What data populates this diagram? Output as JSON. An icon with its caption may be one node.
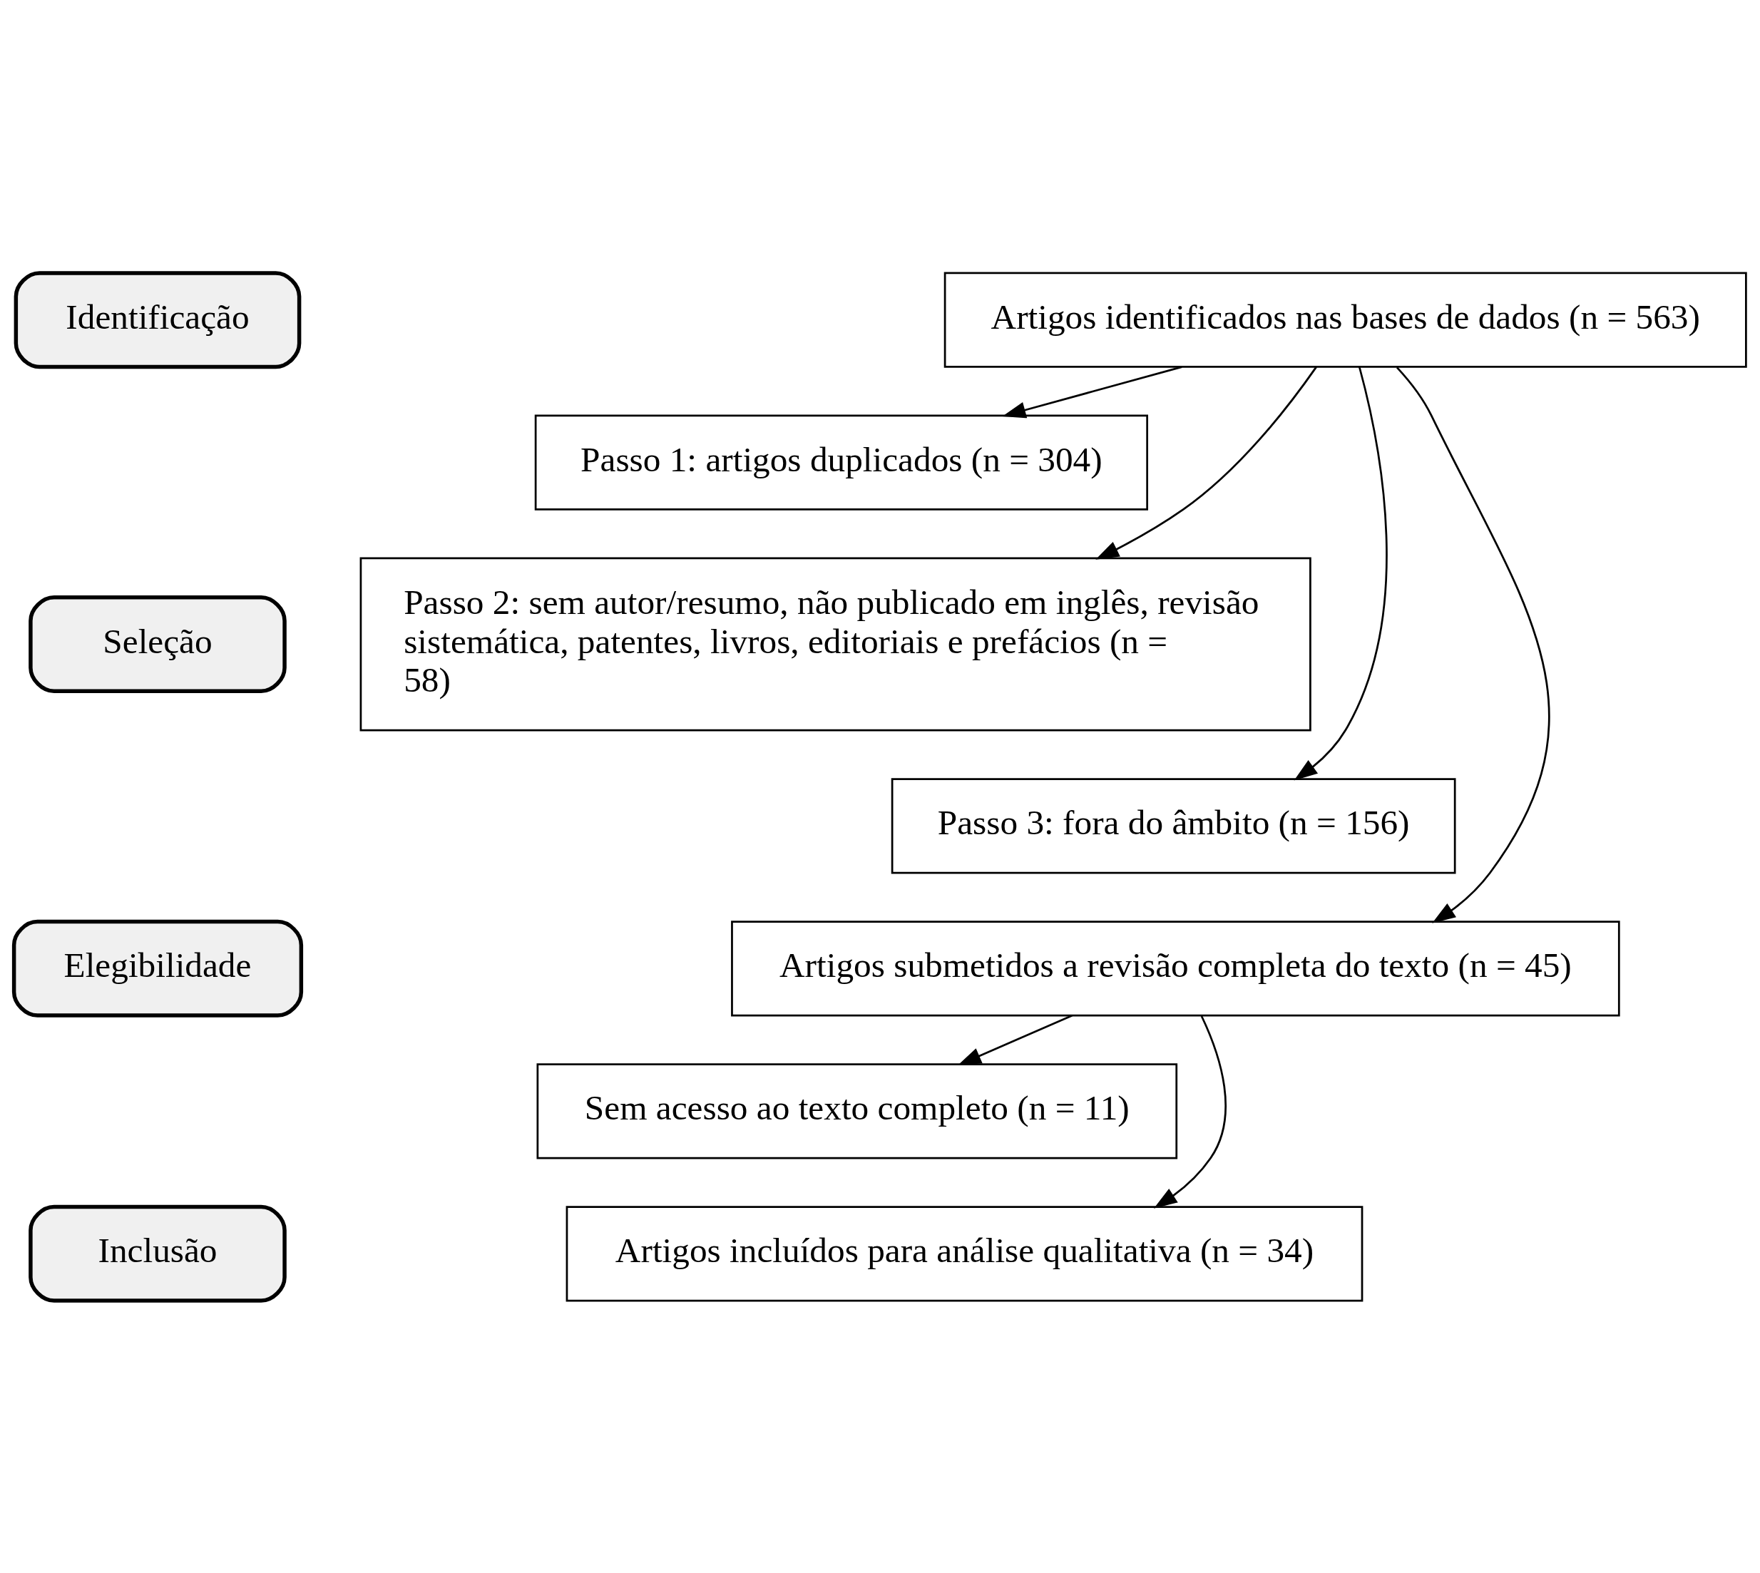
{
  "diagram": {
    "nodes": [
      {
        "text": [
          "Identificação"
        ]
      },
      {
        "text": [
          "Seleção"
        ]
      },
      {
        "text": [
          "Elegibilidade"
        ]
      },
      {
        "text": [
          "Inclusão"
        ]
      },
      {
        "text": [
          "Artigos identificados nas bases de dados (n = 563)"
        ]
      },
      {
        "text": [
          "Passo 1: artigos duplicados (n = 304)"
        ]
      },
      {
        "text": [
          "Passo 2: sem autor/resumo, não publicado em inglês, revisão sistemática, patentes, livros, editoriais e prefácios (n = 58)"
        ]
      },
      {
        "text": [
          "Passo 3: fora do âmbito (n = 156)"
        ]
      },
      {
        "text": [
          "Artigos submetidos a revisão completa do texto (n = 45)"
        ]
      },
      {
        "text": [
          "Sem acesso ao texto completo (n = 11)"
        ]
      },
      {
        "text": [
          "Artigos incluídos para análise qualitativa (n = 34)"
        ]
      }
    ],
    "edges": [
      {
        "from": 4,
        "to": 5,
        "arrow": "to"
      },
      {
        "from": 4,
        "to": 6,
        "arrow": "to"
      },
      {
        "from": 4,
        "to": 7,
        "arrow": "to"
      },
      {
        "from": 4,
        "to": 8,
        "arrow": "to"
      },
      {
        "from": 8,
        "to": 9,
        "arrow": "to"
      },
      {
        "from": 8,
        "to": 10,
        "arrow": "to"
      }
    ]
  }
}
